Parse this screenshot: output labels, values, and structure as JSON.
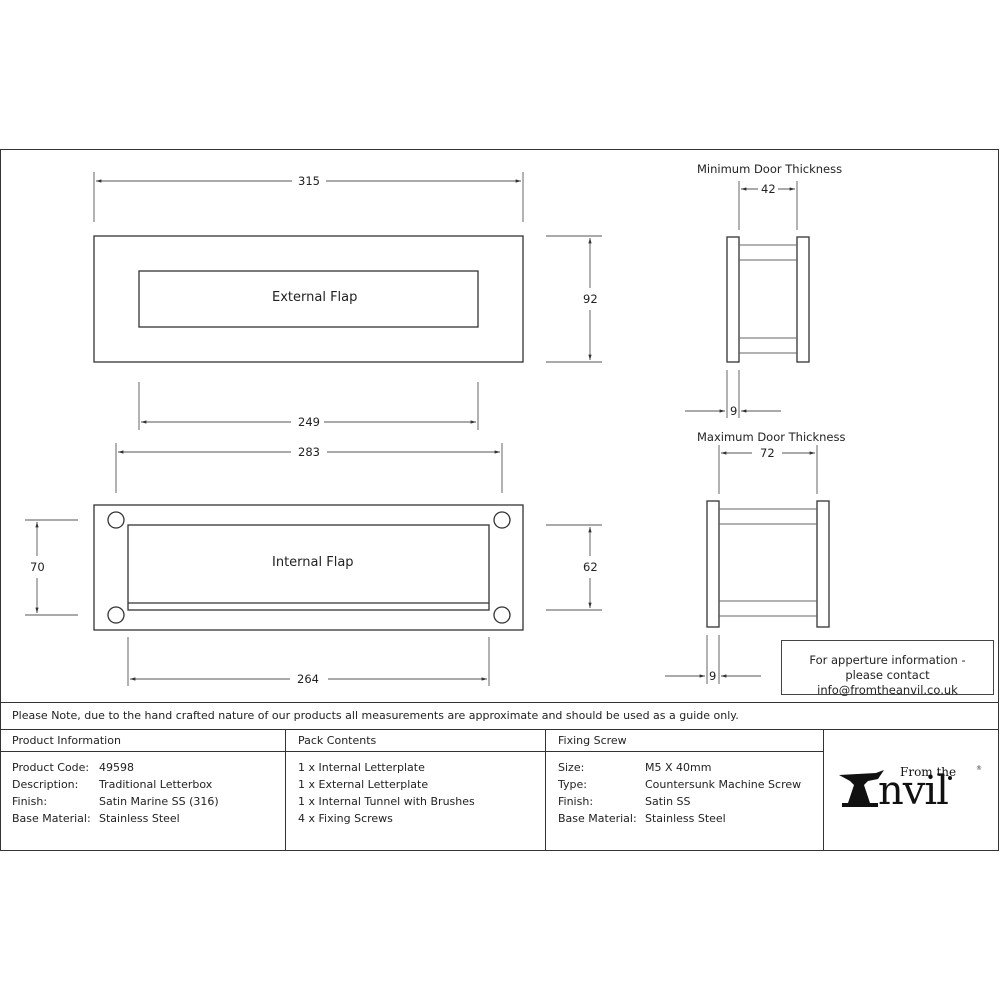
{
  "external_view": {
    "flap_label": "External Flap",
    "dim_overall_width": "315",
    "dim_flap_width": "249",
    "dim_height": "92"
  },
  "internal_view": {
    "flap_label": "Internal Flap",
    "dim_hole_centres": "283",
    "dim_flap_width": "264",
    "dim_hole_height": "70",
    "dim_flap_height": "62"
  },
  "min_door": {
    "title": "Minimum Door Thickness",
    "dim_thickness": "42",
    "dim_plate": "9"
  },
  "max_door": {
    "title": "Maximum Door Thickness",
    "dim_thickness": "72",
    "dim_plate": "9"
  },
  "aperture_box": {
    "line1": "For apperture information -",
    "line2": "please contact info@fromtheanvil.co.uk"
  },
  "note": "Please Note, due to the hand crafted nature of our products all measurements are approximate and should be used as a guide only.",
  "product_information": {
    "heading": "Product Information",
    "rows": [
      {
        "key": "Product Code:",
        "value": "49598"
      },
      {
        "key": "Description:",
        "value": "Traditional Letterbox"
      },
      {
        "key": "Finish:",
        "value": "Satin Marine SS (316)"
      },
      {
        "key": "Base Material:",
        "value": "Stainless Steel"
      }
    ]
  },
  "pack_contents": {
    "heading": "Pack Contents",
    "items": [
      "1 x Internal Letterplate",
      "1 x External Letterplate",
      "1 x Internal Tunnel with Brushes",
      "4 x Fixing Screws"
    ]
  },
  "fixing_screw": {
    "heading": "Fixing Screw",
    "rows": [
      {
        "key": "Size:",
        "value": "M5 X 40mm"
      },
      {
        "key": "Type:",
        "value": "Countersunk Machine Screw"
      },
      {
        "key": "Finish:",
        "value": "Satin SS"
      },
      {
        "key": "Base Material:",
        "value": "Stainless Steel"
      }
    ]
  },
  "logo": {
    "from_the": "From the",
    "word": "Anvil",
    "registered": "®"
  },
  "colors": {
    "line": "#333333",
    "thin_line": "#555555",
    "text": "#222222"
  }
}
